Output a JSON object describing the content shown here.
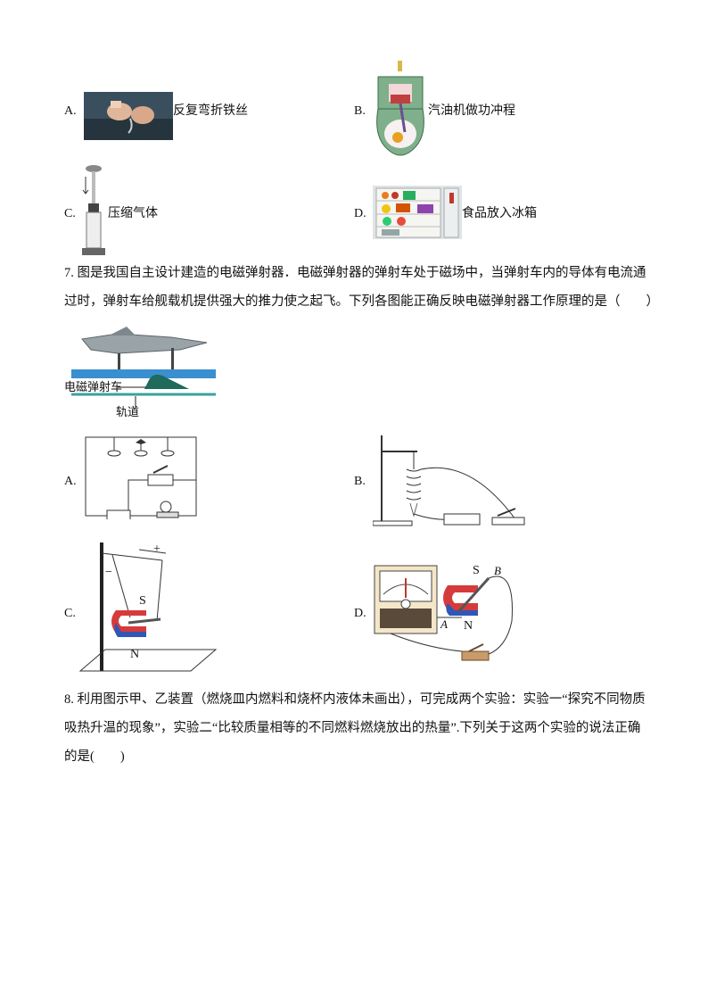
{
  "q6": {
    "options": [
      {
        "letter": "A.",
        "text": "反复弯折铁丝",
        "image": "hands-bending-wire"
      },
      {
        "letter": "B.",
        "text": "汽油机做功冲程",
        "image": "engine-power-stroke"
      },
      {
        "letter": "C.",
        "text": "压缩气体",
        "image": "air-compression-syringe"
      },
      {
        "letter": "D.",
        "text": "食品放入冰箱",
        "image": "refrigerator-food"
      }
    ]
  },
  "q7": {
    "number": "7.",
    "text": "图是我国自主设计建造的电磁弹射器．电磁弹射器的弹射车处于磁场中，当弹射车内的导体有电流通过时，弹射车给舰载机提供强大的推力使之起飞。下列各图能正确反映电磁弹射器工作原理的是（　　）",
    "figure_labels": {
      "carriage": "电磁弹射车",
      "track": "轨道"
    },
    "options": [
      {
        "letter": "A.",
        "image": "oersted-circuit"
      },
      {
        "letter": "B.",
        "image": "electromagnet-stand"
      },
      {
        "letter": "C.",
        "image": "conductor-in-magnet",
        "labels": {
          "plus": "+",
          "minus": "−",
          "south": "S",
          "north": "N"
        }
      },
      {
        "letter": "D.",
        "image": "galvanometer-magnet",
        "labels": {
          "south": "S",
          "north": "N",
          "a": "A",
          "b": "B"
        }
      }
    ]
  },
  "q8": {
    "number": "8.",
    "text": "利用图示甲、乙装置（燃烧皿内燃料和烧杯内液体未画出），可完成两个实验：实验一“探究不同物质吸热升温的现象”，实验二“比较质量相等的不同燃料燃烧放出的热量”.下列关于这两个实验的说法正确的是(　　)"
  }
}
